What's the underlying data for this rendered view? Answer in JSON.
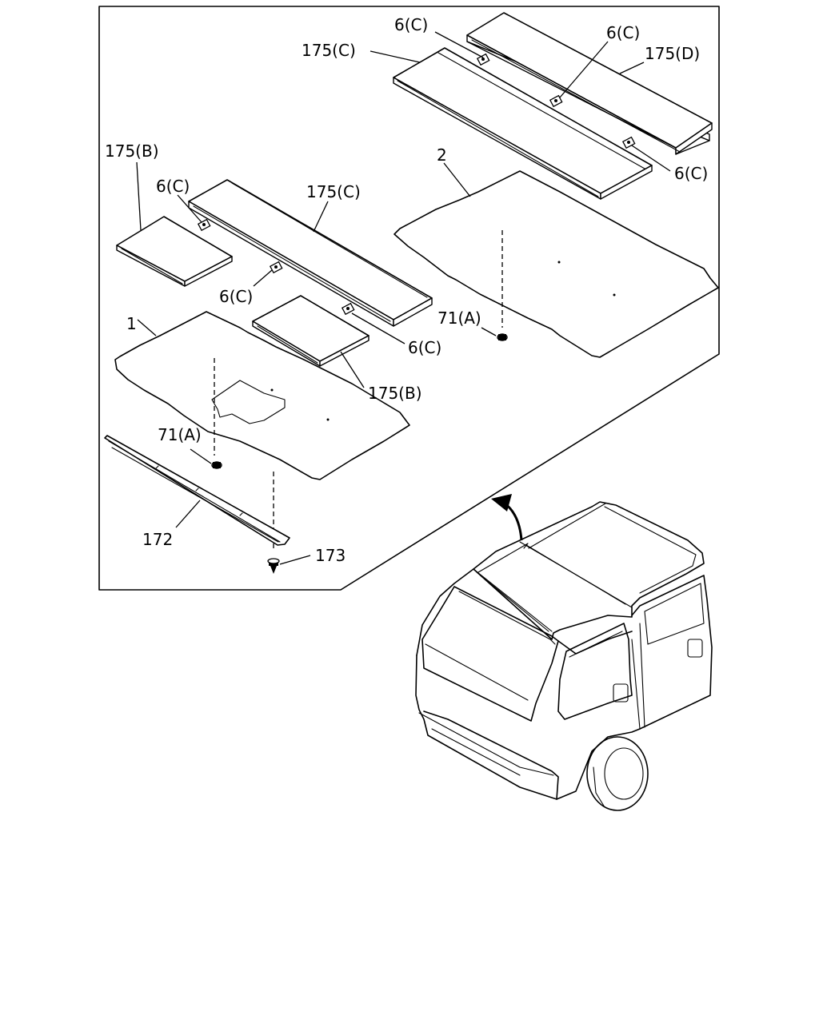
{
  "labels": {
    "p1": "1",
    "p2": "2",
    "p6c_a": "6(C)",
    "p6c_b": "6(C)",
    "p6c_c": "6(C)",
    "p6c_d": "6(C)",
    "p6c_e": "6(C)",
    "p6c_f": "6(C)",
    "p71a_a": "71(A)",
    "p71a_b": "71(A)",
    "p172": "172",
    "p173": "173",
    "p175b_a": "175(B)",
    "p175b_b": "175(B)",
    "p175c_a": "175(C)",
    "p175c_b": "175(C)",
    "p175d": "175(D)"
  }
}
